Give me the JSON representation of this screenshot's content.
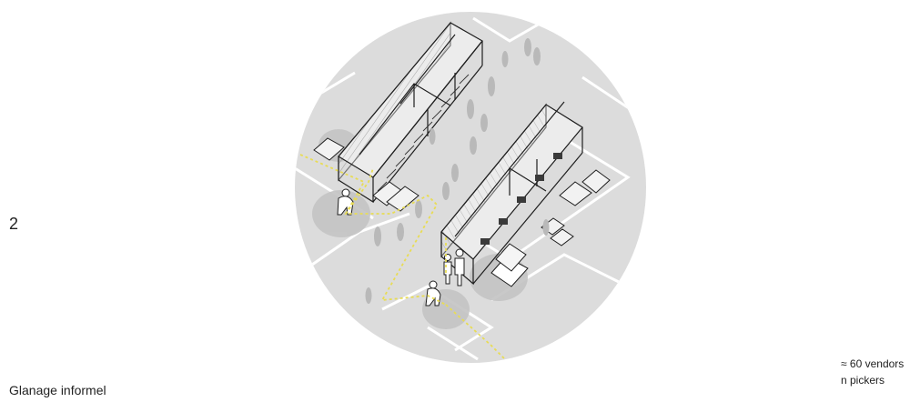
{
  "panel_number": "2",
  "caption": "Glanage informel",
  "stats": {
    "vendors": "≈ 60 vendors",
    "pickers": "n pickers"
  },
  "colors": {
    "disc": "#dcdcdc",
    "shadow": "#c4c4c4",
    "path": "#e8dc55",
    "line": "#1e1e1e"
  }
}
